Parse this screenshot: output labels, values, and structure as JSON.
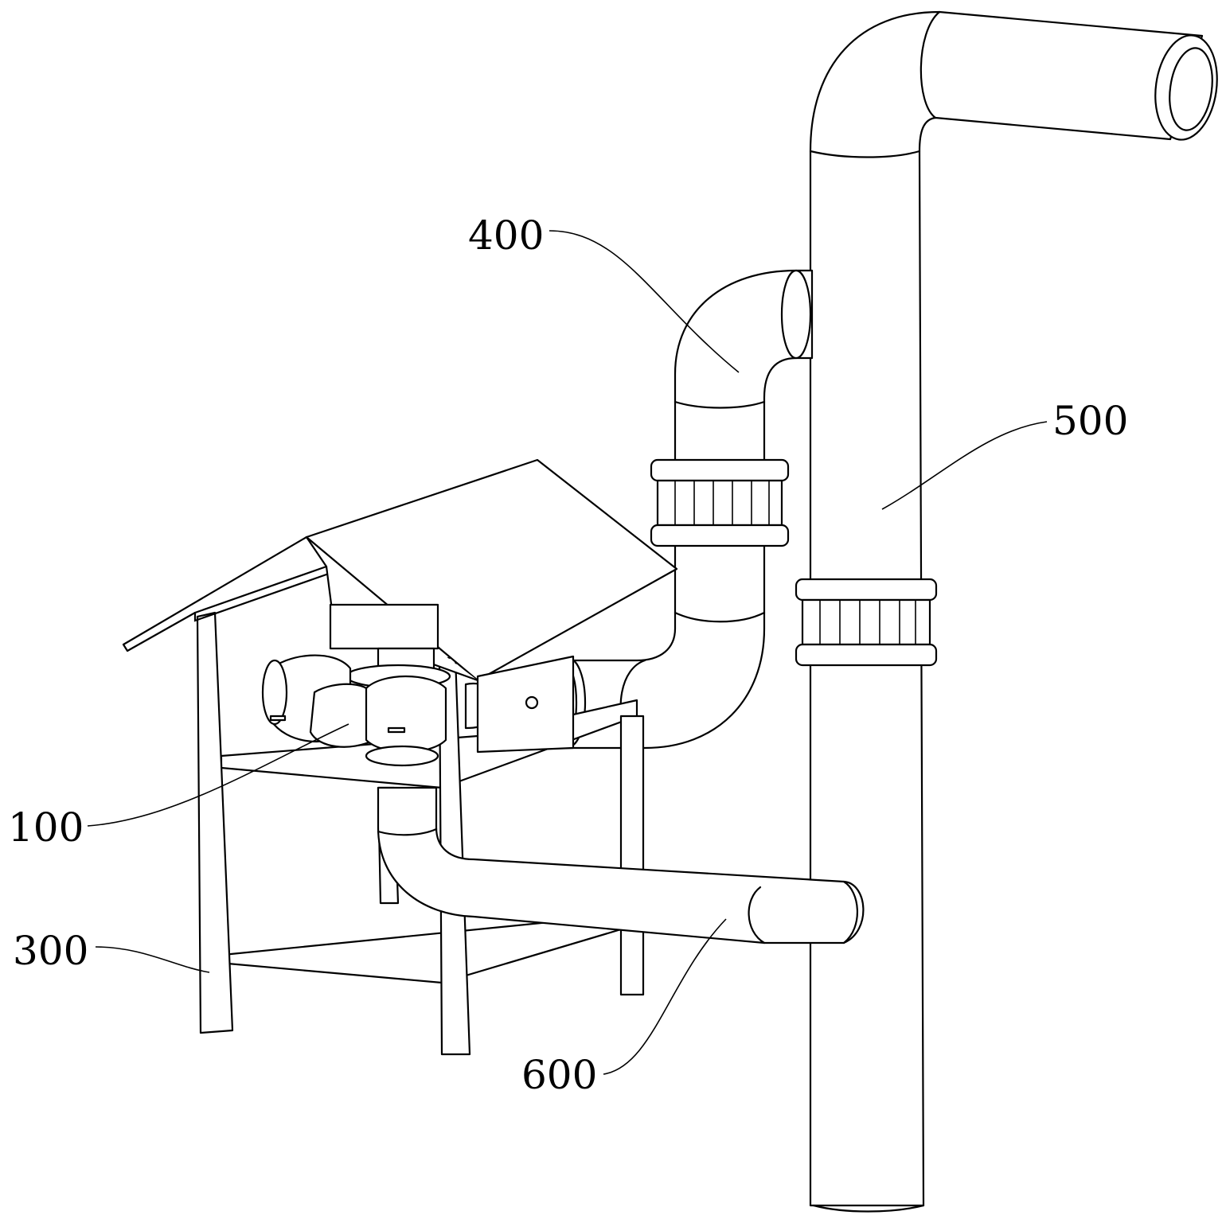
{
  "figure": {
    "labels": {
      "pump": "100",
      "frame": "300",
      "outlet_pipe": "400",
      "main_pipe": "500",
      "return_pipe": "600"
    },
    "line_color": "#000000",
    "background_color": "#ffffff"
  }
}
